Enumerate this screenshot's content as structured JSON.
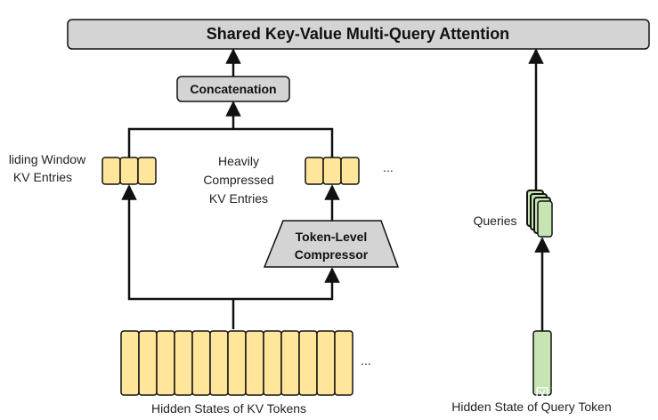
{
  "title": "Shared Key-Value Multi-Query Attention",
  "concat_label": "Concatenation",
  "sliding_window_label": [
    "liding Window",
    "KV Entries"
  ],
  "compressed_label": [
    "Heavily",
    "Compressed",
    "KV Entries"
  ],
  "compressor_label": [
    "Token-Level",
    "Compressor"
  ],
  "queries_label": "Queries",
  "hidden_kv_label": "Hidden States of KV Tokens",
  "hidden_query_label": "Hidden State of Query Token",
  "ellipsis": "...",
  "watermark": "掘金技术社区 @ 风雨中的小七",
  "colors": {
    "header_fill": "#d4d4d4",
    "kv_fill": "#ffe69a",
    "query_fill": "#c6e5b3",
    "compressor_fill": "#d4d4d4",
    "stroke": "#111111"
  }
}
